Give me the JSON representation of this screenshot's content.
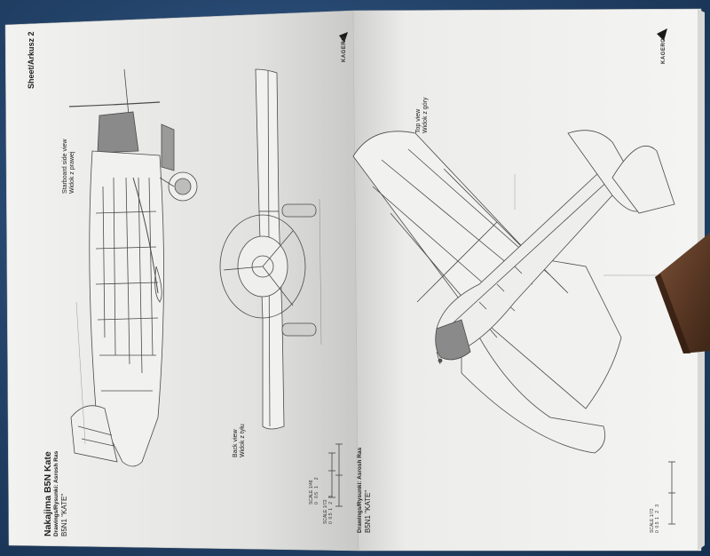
{
  "brand": {
    "name": "KAGERO"
  },
  "left_page": {
    "sheet_label": "Sheet/Arkusz 2",
    "title": "Nakajima B5N Kate",
    "credits": "Drawings/Rysunki: Asrosh Ras",
    "variant": "B5N1 \"KATE\"",
    "starboard_view": {
      "en": "Starboard side view",
      "pl": "Widok z prawej"
    },
    "back_view": {
      "en": "Back view",
      "pl": "Widok z tyłu"
    },
    "scale_148": {
      "label": "SCALE 1/48",
      "ticks": [
        "0",
        "0.5",
        "1",
        "2"
      ]
    },
    "scale_172": {
      "label": "SCALE 1/72",
      "ticks": [
        "0",
        "0.5",
        "1",
        "2",
        "3"
      ]
    }
  },
  "right_page": {
    "credits": "Drawings/Rysunki: Asrosh Ras",
    "variant": "B5N1 \"KATE\"",
    "top_view": {
      "en": "Top view",
      "pl": "Widok z góry"
    },
    "scale_172": {
      "label": "SCALE 1/72",
      "ticks": [
        "0",
        "0.5",
        "1",
        "2",
        "3"
      ]
    }
  },
  "colors": {
    "page": "#f3f3f1",
    "line": "#4a4a4a",
    "background": "#234268",
    "block": "#5a3a28"
  }
}
